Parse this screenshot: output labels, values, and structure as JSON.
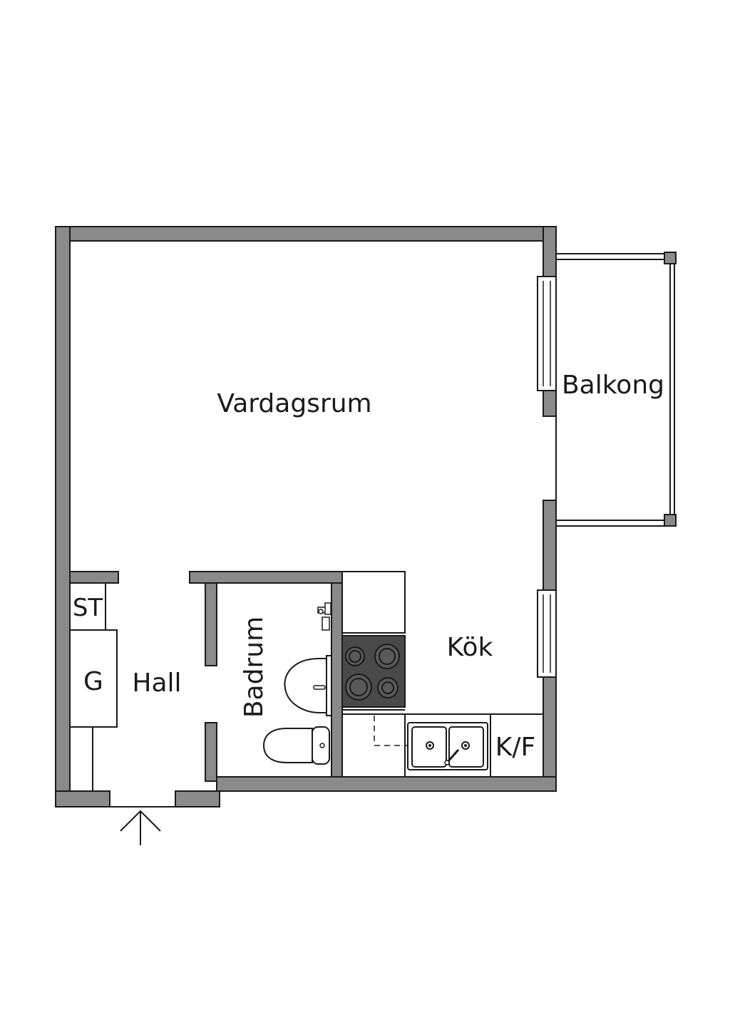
{
  "rooms": {
    "living": "Vardagsrum",
    "balcony": "Balkong",
    "kitchen": "Kök",
    "hall": "Hall",
    "bathroom": "Badrum",
    "storage": "ST",
    "wardrobe": "G",
    "fridge": "K/F"
  },
  "colors": {
    "wall": "#8a8a8a",
    "stove": "#4a4a4a",
    "line": "#1a1a1a"
  }
}
